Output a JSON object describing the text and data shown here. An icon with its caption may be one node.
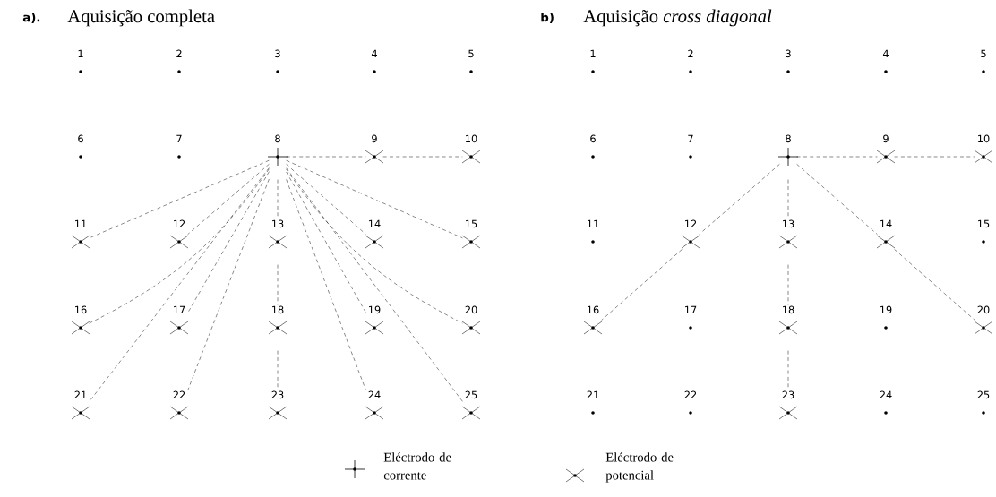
{
  "diagram": {
    "nodes": [
      {
        "text": [
          "1"
        ]
      },
      {
        "text": [
          "2"
        ]
      },
      {
        "text": [
          "3"
        ]
      },
      {
        "text": [
          "4"
        ]
      },
      {
        "text": [
          "5"
        ]
      },
      {
        "text": [
          "6"
        ]
      },
      {
        "text": [
          "7"
        ]
      },
      {
        "text": [
          "8"
        ]
      },
      {
        "text": [
          "9"
        ]
      },
      {
        "text": [
          "10"
        ]
      },
      {
        "text": [
          "11"
        ]
      },
      {
        "text": [
          "12"
        ]
      },
      {
        "text": [
          "13"
        ]
      },
      {
        "text": [
          "14"
        ]
      },
      {
        "text": [
          "15"
        ]
      },
      {
        "text": [
          "16"
        ]
      },
      {
        "text": [
          "17"
        ]
      },
      {
        "text": [
          "18"
        ]
      },
      {
        "text": [
          "19"
        ]
      },
      {
        "text": [
          "20"
        ]
      },
      {
        "text": [
          "21"
        ]
      },
      {
        "text": [
          "22"
        ]
      },
      {
        "text": [
          "23"
        ]
      },
      {
        "text": [
          "24"
        ]
      },
      {
        "text": [
          "25"
        ]
      },
      {
        "text": [
          "1"
        ]
      },
      {
        "text": [
          "2"
        ]
      },
      {
        "text": [
          "3"
        ]
      },
      {
        "text": [
          "4"
        ]
      },
      {
        "text": [
          "5"
        ]
      },
      {
        "text": [
          "6"
        ]
      },
      {
        "text": [
          "7"
        ]
      },
      {
        "text": [
          "8"
        ]
      },
      {
        "text": [
          "9"
        ]
      },
      {
        "text": [
          "10"
        ]
      },
      {
        "text": [
          "11"
        ]
      },
      {
        "text": [
          "12"
        ]
      },
      {
        "text": [
          "13"
        ]
      },
      {
        "text": [
          "14"
        ]
      },
      {
        "text": [
          "15"
        ]
      },
      {
        "text": [
          "16"
        ]
      },
      {
        "text": [
          "17"
        ]
      },
      {
        "text": [
          "18"
        ]
      },
      {
        "text": [
          "19"
        ]
      },
      {
        "text": [
          "20"
        ]
      },
      {
        "text": [
          "21"
        ]
      },
      {
        "text": [
          "22"
        ]
      },
      {
        "text": [
          "23"
        ]
      },
      {
        "text": [
          "24"
        ]
      },
      {
        "text": [
          "25"
        ]
      }
    ],
    "edges": [
      {
        "from": 7,
        "to": 8,
        "arrow": "none",
        "style": "dashed"
      },
      {
        "from": 8,
        "to": 9,
        "arrow": "none",
        "style": "dashed"
      },
      {
        "from": 7,
        "to": 10,
        "arrow": "none",
        "style": "dashed"
      },
      {
        "from": 7,
        "to": 11,
        "arrow": "none",
        "style": "dashed"
      },
      {
        "from": 7,
        "to": 12,
        "arrow": "none",
        "style": "dashed"
      },
      {
        "from": 7,
        "to": 13,
        "arrow": "none",
        "style": "dashed"
      },
      {
        "from": 7,
        "to": 14,
        "arrow": "none",
        "style": "dashed"
      },
      {
        "from": 7,
        "to": 15,
        "arrow": "none",
        "style": "dashed"
      },
      {
        "from": 7,
        "to": 16,
        "arrow": "none",
        "style": "dashed"
      },
      {
        "from": 12,
        "to": 17,
        "arrow": "none",
        "style": "dashed"
      },
      {
        "from": 7,
        "to": 18,
        "arrow": "none",
        "style": "dashed"
      },
      {
        "from": 7,
        "to": 19,
        "arrow": "none",
        "style": "dashed"
      },
      {
        "from": 7,
        "to": 20,
        "arrow": "none",
        "style": "dashed"
      },
      {
        "from": 7,
        "to": 21,
        "arrow": "none",
        "style": "dashed"
      },
      {
        "from": 17,
        "to": 22,
        "arrow": "none",
        "style": "dashed"
      },
      {
        "from": 7,
        "to": 23,
        "arrow": "none",
        "style": "dashed"
      },
      {
        "from": 7,
        "to": 24,
        "arrow": "none",
        "style": "dashed"
      },
      {
        "from": 32,
        "to": 33,
        "arrow": "none",
        "style": "dashed"
      },
      {
        "from": 33,
        "to": 34,
        "arrow": "none",
        "style": "dashed"
      },
      {
        "from": 32,
        "to": 36,
        "arrow": "none",
        "style": "dashed"
      },
      {
        "from": 36,
        "to": 40,
        "arrow": "none",
        "style": "dashed"
      },
      {
        "from": 32,
        "to": 37,
        "arrow": "none",
        "style": "dashed"
      },
      {
        "from": 37,
        "to": 42,
        "arrow": "none",
        "style": "dashed"
      },
      {
        "from": 42,
        "to": 47,
        "arrow": "none",
        "style": "dashed"
      },
      {
        "from": 32,
        "to": 38,
        "arrow": "none",
        "style": "dashed"
      },
      {
        "from": 38,
        "to": 44,
        "arrow": "none",
        "style": "dashed"
      }
    ],
    "labels": [
      "a).",
      "Aquisição completa",
      "b)",
      "Aquisição *cross diagonal*"
    ],
    "legend": [
      {
        "text": "Eléctrodo de corrente"
      },
      {
        "text": "Eléctrodo de potencial"
      }
    ]
  }
}
